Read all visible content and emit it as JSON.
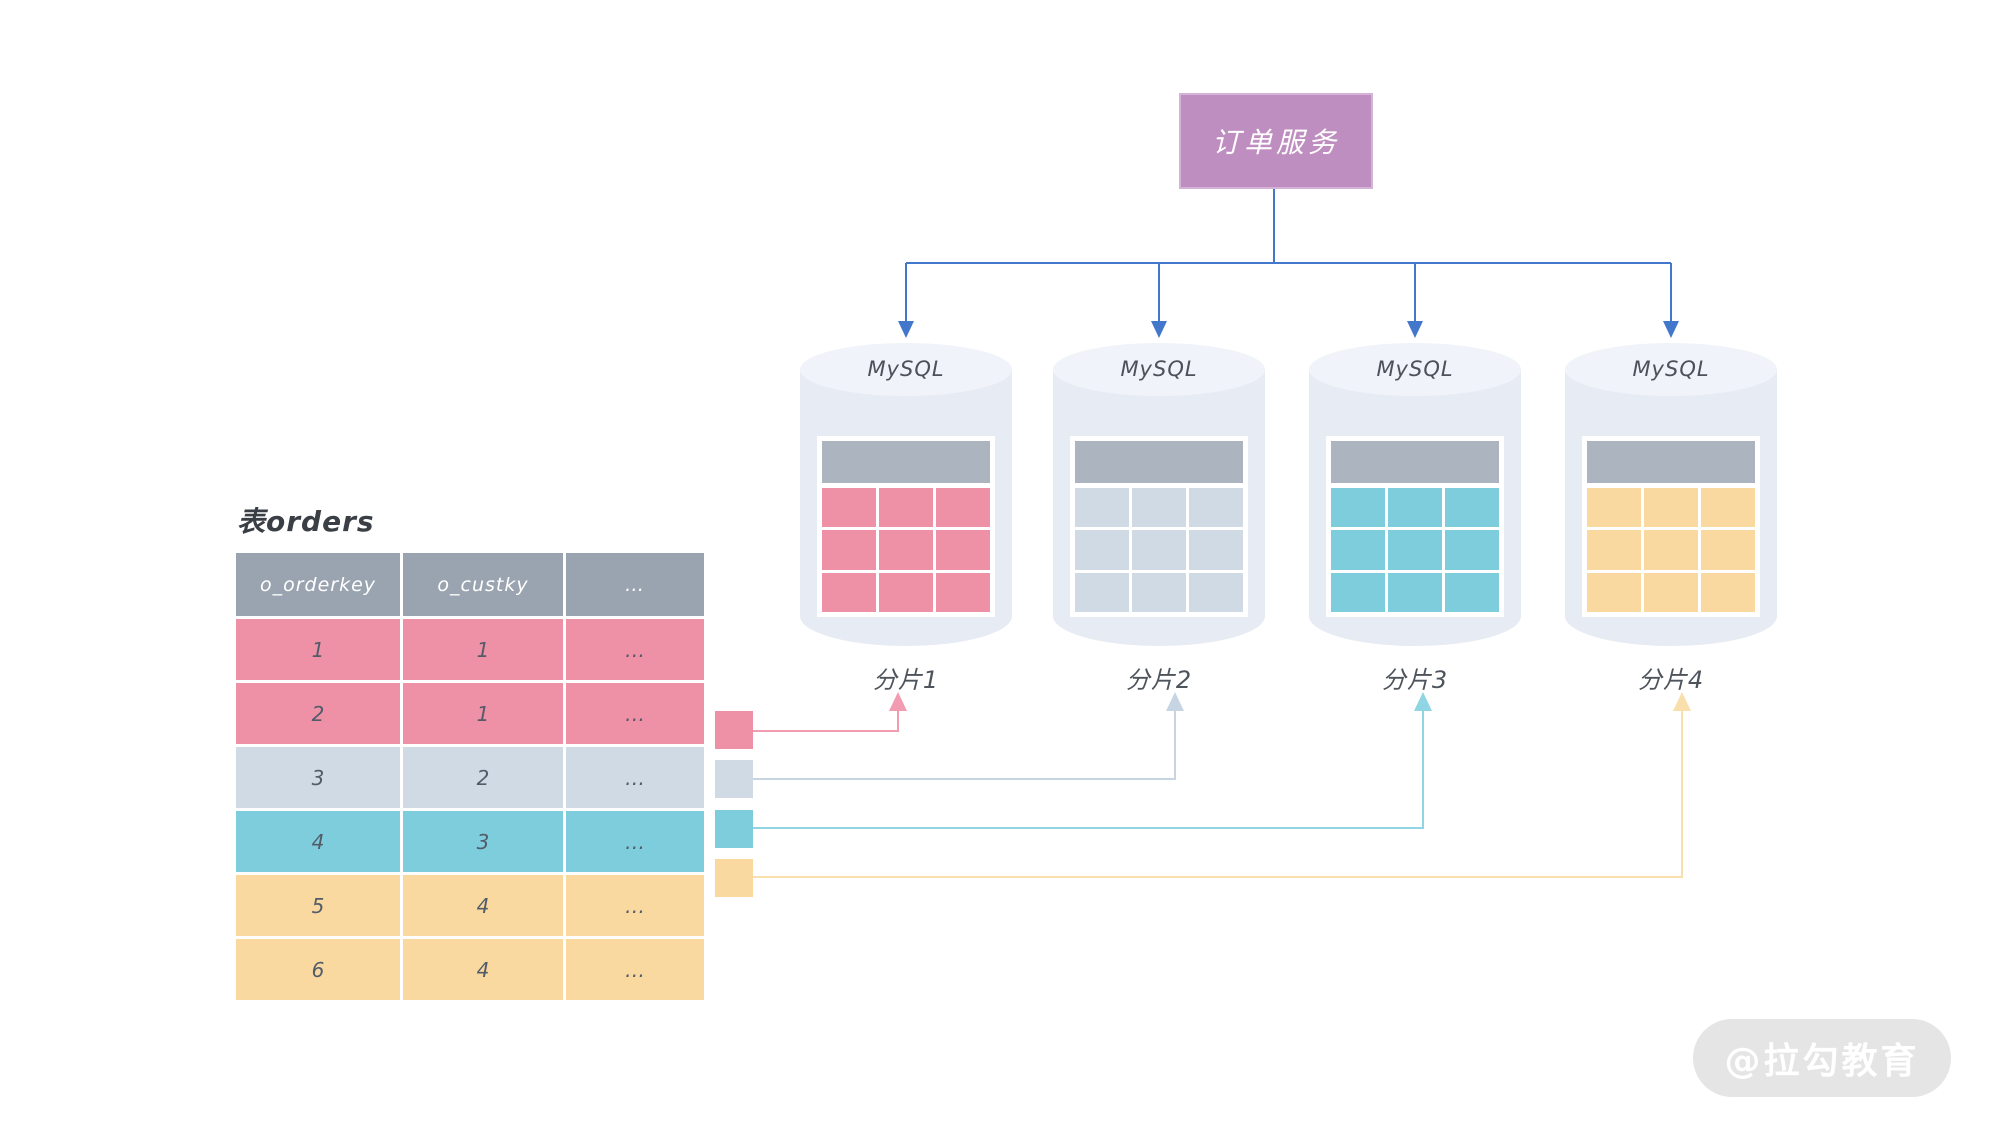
{
  "colors": {
    "purple": "#bf8ec0",
    "blue_connector": "#4377cb",
    "table_header": "#9aa4b0",
    "mini_header": "#abb4bf",
    "cylinder_body": "#e7ebf3",
    "cylinder_top": "#f0f3f9",
    "pink": "#ee90a6",
    "lightblue": "#cfdae4",
    "teal": "#7ecddd",
    "yellow": "#fad9a0",
    "pink_line": "#f19cb1",
    "lightblue_line": "#c7d5e3",
    "teal_line": "#8fd5e3",
    "yellow_line": "#f9dfac",
    "watermark_bg": "#e5e5e6"
  },
  "service_box": {
    "label": "订单服务"
  },
  "orders_table": {
    "title": "表orders",
    "columns": [
      "o_orderkey",
      "o_custky",
      "…"
    ],
    "rows": [
      {
        "o_orderkey": "1",
        "o_custky": "1",
        "more": "…",
        "color_key": "pink"
      },
      {
        "o_orderkey": "2",
        "o_custky": "1",
        "more": "…",
        "color_key": "pink"
      },
      {
        "o_orderkey": "3",
        "o_custky": "2",
        "more": "…",
        "color_key": "lightblue"
      },
      {
        "o_orderkey": "4",
        "o_custky": "3",
        "more": "…",
        "color_key": "teal"
      },
      {
        "o_orderkey": "5",
        "o_custky": "4",
        "more": "…",
        "color_key": "yellow"
      },
      {
        "o_orderkey": "6",
        "o_custky": "4",
        "more": "…",
        "color_key": "yellow"
      }
    ]
  },
  "shards": [
    {
      "db_label": "MySQL",
      "shard_label": "分片1",
      "color_key": "pink"
    },
    {
      "db_label": "MySQL",
      "shard_label": "分片2",
      "color_key": "lightblue"
    },
    {
      "db_label": "MySQL",
      "shard_label": "分片3",
      "color_key": "teal"
    },
    {
      "db_label": "MySQL",
      "shard_label": "分片4",
      "color_key": "yellow"
    }
  ],
  "legend_chips": [
    "pink",
    "lightblue",
    "teal",
    "yellow"
  ],
  "watermark": {
    "text": "@拉勾教育"
  }
}
